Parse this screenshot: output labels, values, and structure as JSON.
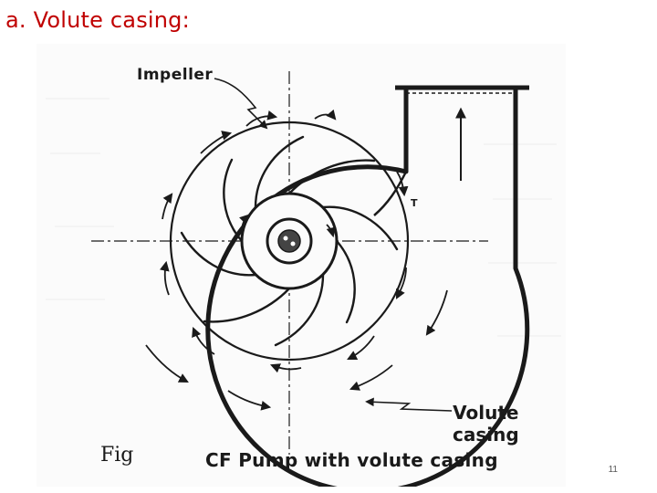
{
  "slide": {
    "heading": "a.  Volute casing:",
    "page_number": "11"
  },
  "figure": {
    "labels": {
      "impeller": "Impeller",
      "volute_line1": "Volute",
      "volute_line2": "casing",
      "fig": "Fig",
      "caption": "CF Pump with volute casing",
      "tongue": "T"
    },
    "blade_count": 8,
    "colors": {
      "ink": "#1a1a1a",
      "heading": "#c00000"
    }
  }
}
